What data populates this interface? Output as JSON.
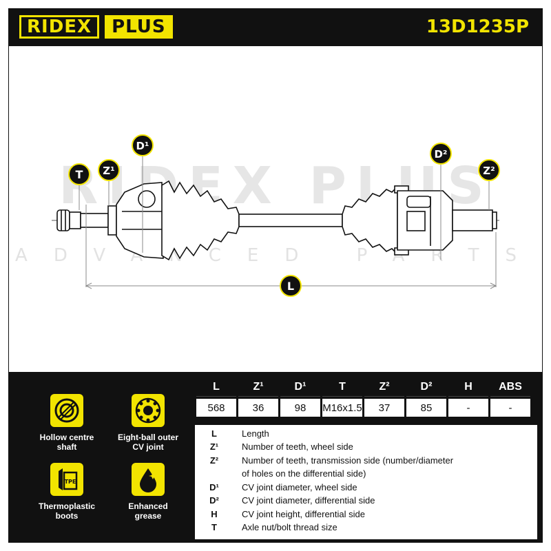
{
  "brand": {
    "ridex": "RIDEX",
    "plus": "PLUS"
  },
  "part_number": "13D1235P",
  "watermark": {
    "line1": "RIDEX PLUS",
    "line2": "ADVANCED PARTS"
  },
  "drawing_labels": {
    "T": "T",
    "Z1": "Z¹",
    "D1": "D¹",
    "D2": "D²",
    "Z2": "Z²",
    "L": "L"
  },
  "features": [
    {
      "icon": "hollow-shaft-icon",
      "label1": "Hollow centre",
      "label2": "shaft"
    },
    {
      "icon": "bearing-icon",
      "label1": "Eight-ball outer",
      "label2": "CV joint"
    },
    {
      "icon": "tpe-boot-icon",
      "label1": "Thermoplastic",
      "label2": "boots"
    },
    {
      "icon": "grease-icon",
      "label1": "Enhanced",
      "label2": "grease"
    }
  ],
  "spec_table": {
    "headers": [
      "L",
      "Z¹",
      "D¹",
      "T",
      "Z²",
      "D²",
      "H",
      "ABS"
    ],
    "values": [
      "568",
      "36",
      "98",
      "M16x1.5",
      "37",
      "85",
      "-",
      "-"
    ]
  },
  "legend": [
    {
      "key": "L",
      "text": "Length"
    },
    {
      "key": "Z¹",
      "text": "Number of teeth, wheel side"
    },
    {
      "key": "Z²",
      "text": "Number of teeth, transmission side (number/diameter"
    },
    {
      "key": "",
      "text": "of holes on the differential side)"
    },
    {
      "key": "D¹",
      "text": "CV joint diameter, wheel side"
    },
    {
      "key": "D²",
      "text": "CV joint diameter, differential side"
    },
    {
      "key": "H",
      "text": "CV joint height, differential side"
    },
    {
      "key": "T",
      "text": "Axle nut/bolt thread size"
    }
  ],
  "colors": {
    "brand_yellow": "#f2e400",
    "dark": "#111111",
    "line": "#9a9a9a"
  }
}
